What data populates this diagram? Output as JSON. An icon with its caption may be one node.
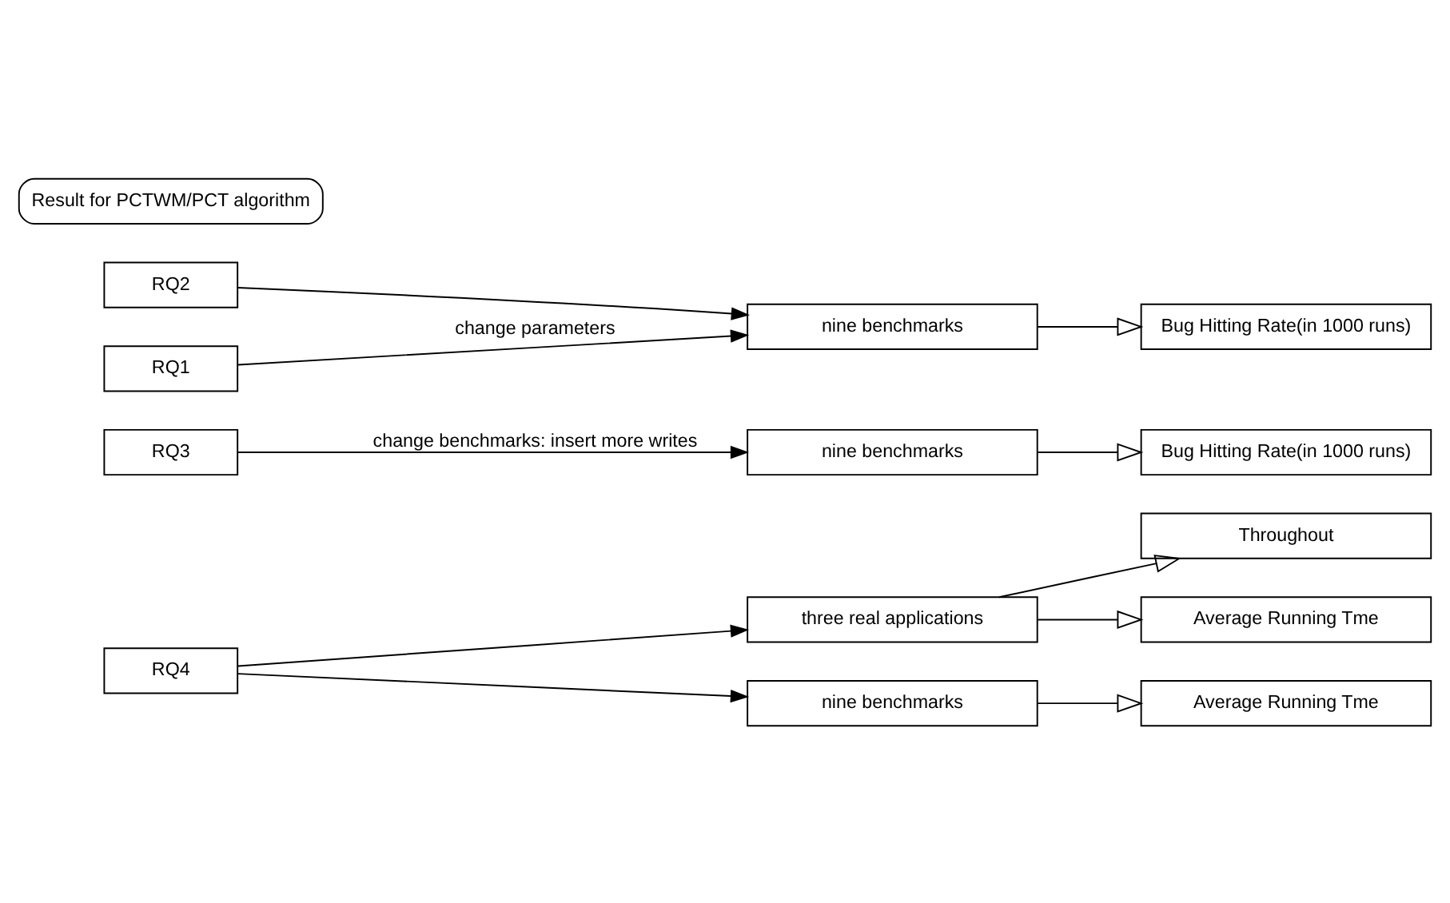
{
  "diagram": {
    "nodes": [
      {
        "text": [
          "Result for PCTWM/PCT algorithm"
        ]
      },
      {
        "text": [
          "RQ1"
        ]
      },
      {
        "text": [
          "RQ2"
        ]
      },
      {
        "text": [
          "nine benchmarks"
        ]
      },
      {
        "text": [
          "Bug Hitting Rate(in 1000 runs)"
        ]
      },
      {
        "text": [
          "RQ3"
        ]
      },
      {
        "text": [
          "nine benchmarks"
        ]
      },
      {
        "text": [
          "Bug Hitting Rate(in 1000 runs)"
        ]
      },
      {
        "text": [
          "RQ4"
        ]
      },
      {
        "text": [
          "three real applications"
        ]
      },
      {
        "text": [
          "Throughout"
        ]
      },
      {
        "text": [
          "Average Running Tme"
        ]
      },
      {
        "text": [
          "nine benchmarks"
        ]
      },
      {
        "text": [
          "Average Running Tme"
        ]
      }
    ],
    "edges": [
      {
        "from": 1,
        "to": 3,
        "arrow": "to",
        "label": "change parameters"
      },
      {
        "from": 2,
        "to": 3,
        "arrow": "to"
      },
      {
        "from": 3,
        "to": 4,
        "arrow": "to"
      },
      {
        "from": 5,
        "to": 6,
        "arrow": "to",
        "label": "change benchmarks: insert more writes"
      },
      {
        "from": 6,
        "to": 7,
        "arrow": "to"
      },
      {
        "from": 8,
        "to": 9,
        "arrow": "to"
      },
      {
        "from": 8,
        "to": 12,
        "arrow": "to"
      },
      {
        "from": 9,
        "to": 10,
        "arrow": "to"
      },
      {
        "from": 9,
        "to": 11,
        "arrow": "to"
      },
      {
        "from": 12,
        "to": 13,
        "arrow": "to"
      }
    ]
  }
}
